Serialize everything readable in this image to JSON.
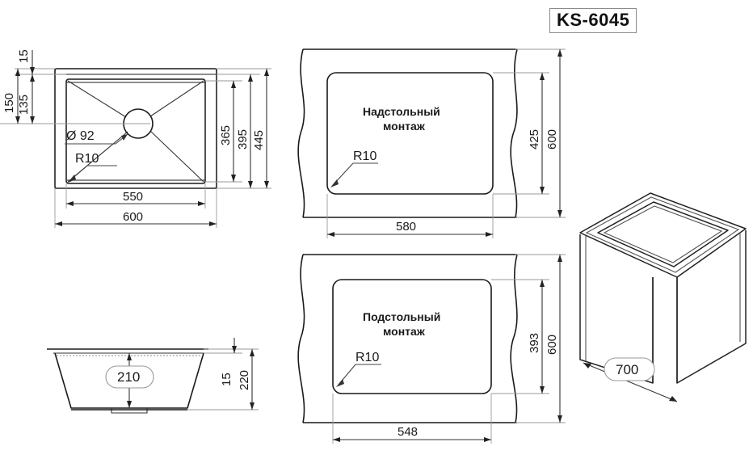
{
  "document": {
    "title": "KS-6045",
    "type": "technical-drawing",
    "product": "kitchen sink installation drawing"
  },
  "views": {
    "plan": {
      "name": "top-plan-view",
      "dimensions": {
        "inset_top": "15",
        "outer_height": "150",
        "inner_height": "135",
        "bowl_height": "365",
        "inner_width_v": "395",
        "outer_height_v": "445",
        "inner_width": "550",
        "outer_width": "600"
      },
      "labels": {
        "drain": "Ø 92",
        "radius": "R10"
      }
    },
    "overmount": {
      "name": "overmount-cutout-view",
      "note_line1": "Надстольный",
      "note_line2": "монтаж",
      "radius": "R10",
      "dimensions": {
        "width": "580",
        "cutout_height": "425",
        "total_height": "600"
      }
    },
    "undermount": {
      "name": "undermount-cutout-view",
      "note_line1": "Подстольный",
      "note_line2": "монтаж",
      "radius": "R10",
      "dimensions": {
        "width": "548",
        "cutout_height": "393",
        "total_height": "600"
      }
    },
    "section": {
      "name": "front-section-view",
      "dimensions": {
        "bowl_depth": "210",
        "rim_thickness": "15",
        "total_depth": "220"
      }
    },
    "isometric": {
      "name": "cabinet-isometric-view",
      "dimensions": {
        "cabinet_width": "700"
      }
    }
  },
  "colors": {
    "line": "#1a1a1a",
    "dimension": "#6a6a6a",
    "extension": "#9a9a9a",
    "background": "#ffffff"
  }
}
